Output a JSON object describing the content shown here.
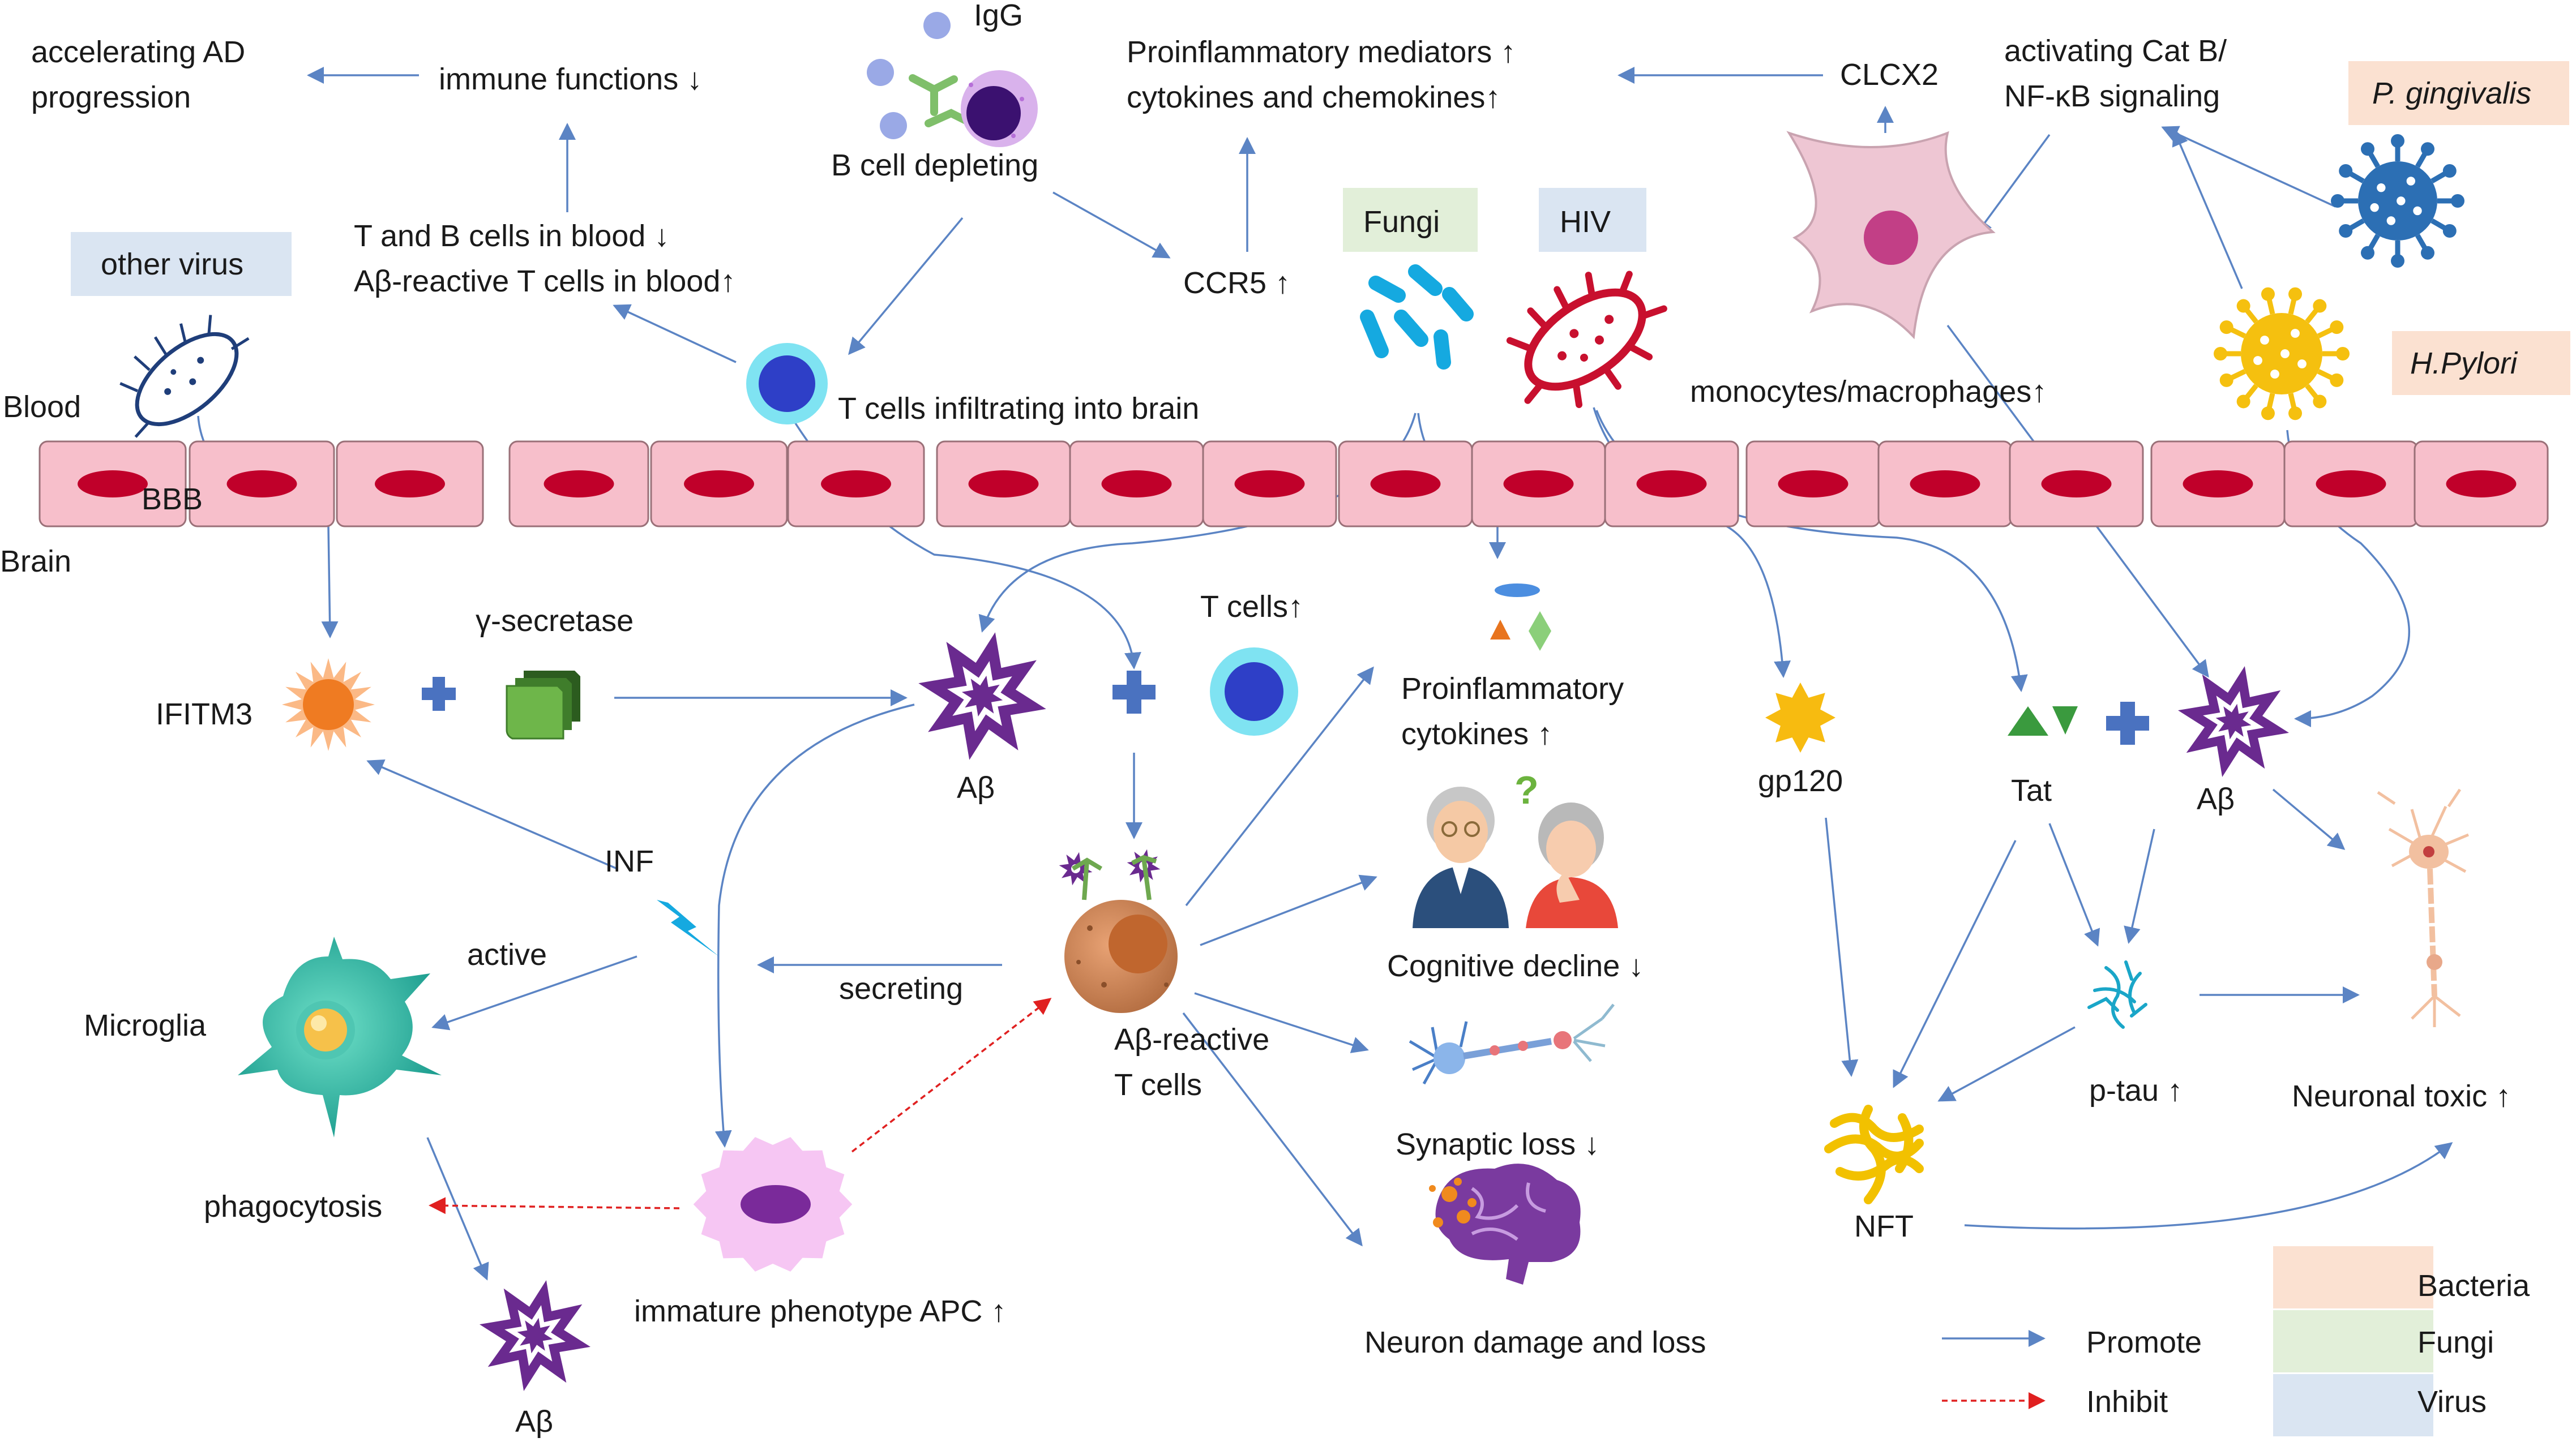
{
  "labels": {
    "accelerating_ad_1": "accelerating AD",
    "accelerating_ad_2": "progression",
    "immune_functions": "immune functions ↓",
    "igg": "IgG",
    "b_cell_depleting": "B cell depleting",
    "proinflam_mediators": "Proinflammatory mediators ↑",
    "cytokines_chemokines": "cytokines and chemokines↑",
    "clcx2": "CLCX2",
    "activating_cat_b_1": "activating Cat B/",
    "activating_cat_b_2": "NF-κB signaling",
    "p_gingivalis": "P. gingivalis",
    "h_pylori": "H.Pylori",
    "other_virus": "other virus",
    "t_b_cells_blood": "T and B cells in blood ↓",
    "ab_reactive_t_blood": "Aβ-reactive T cells in blood↑",
    "ccr5": "CCR5 ↑",
    "fungi": "Fungi",
    "hiv": "HIV",
    "monocytes_macrophages": "monocytes/macrophages↑",
    "blood": "Blood",
    "bbb": "BBB",
    "brain": "Brain",
    "t_cells_infiltrating": "T cells infiltrating into brain",
    "gamma_secretase": "γ-secretase",
    "ifitm3": "IFITM3",
    "ab_center": "Aβ",
    "t_cells_up": "T cells↑",
    "proinflam_cytokines_1": "Proinflammatory",
    "proinflam_cytokines_2": "cytokines ↑",
    "gp120": "gp120",
    "tat": "Tat",
    "ab_right": "Aβ",
    "inf": "INF",
    "active": "active",
    "microglia": "Microglia",
    "secreting": "secreting",
    "ab_reactive_t_1": "Aβ-reactive",
    "ab_reactive_t_2": "T cells",
    "cognitive_decline": "Cognitive decline ↓",
    "synaptic_loss": "Synaptic loss ↓",
    "p_tau": "p-tau ↑",
    "neuronal_toxic": "Neuronal toxic ↑",
    "phagocytosis": "phagocytosis",
    "nft": "NFT",
    "immature_apc": "immature phenotype APC ↑",
    "ab_bottom": "Aβ",
    "neuron_damage": "Neuron damage and loss",
    "question_mark": "?"
  },
  "legend": {
    "promote": "Promote",
    "inhibit": "Inhibit",
    "bacteria": "Bacteria",
    "fungi": "Fungi",
    "virus": "Virus"
  },
  "colors": {
    "arrow_promote": "#5b84c4",
    "arrow_inhibit": "#e02020",
    "bacteria_bg": "#fbe1d1",
    "fungi_bg": "#e2efd9",
    "virus_bg": "#dae5f2",
    "bbb_cell": "#f7bfcb",
    "bbb_nucleus": "#c0002a",
    "ab_star": "#6a2a8f",
    "t_cell": "#2e3fc7",
    "t_cell_ring": "#7fe3f2",
    "plus": "#4a72c0"
  }
}
